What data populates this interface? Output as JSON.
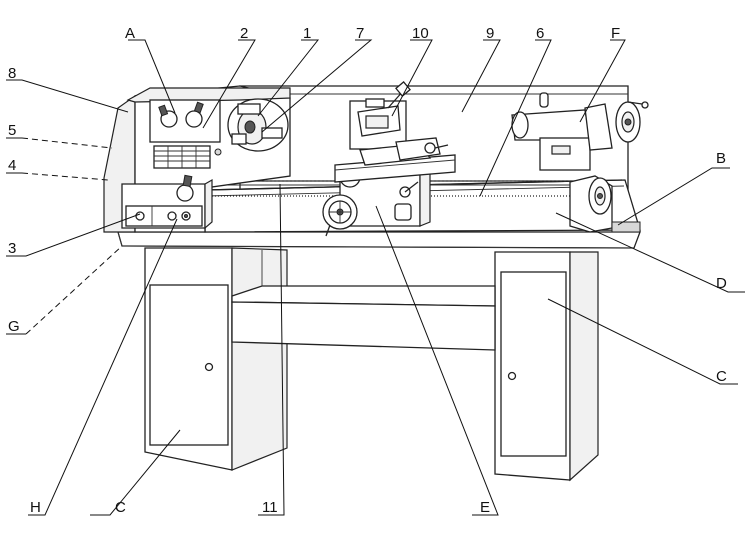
{
  "diagram": {
    "labels": {
      "A": "A",
      "n2": "2",
      "n1": "1",
      "n7": "7",
      "n10": "10",
      "n9": "9",
      "n6": "6",
      "F": "F",
      "n8": "8",
      "n5": "5",
      "n4": "4",
      "B": "B",
      "n3": "3",
      "D": "D",
      "G": "G",
      "C_right": "C",
      "H": "H",
      "C_bottom": "C",
      "n11": "11",
      "E": "E"
    }
  }
}
